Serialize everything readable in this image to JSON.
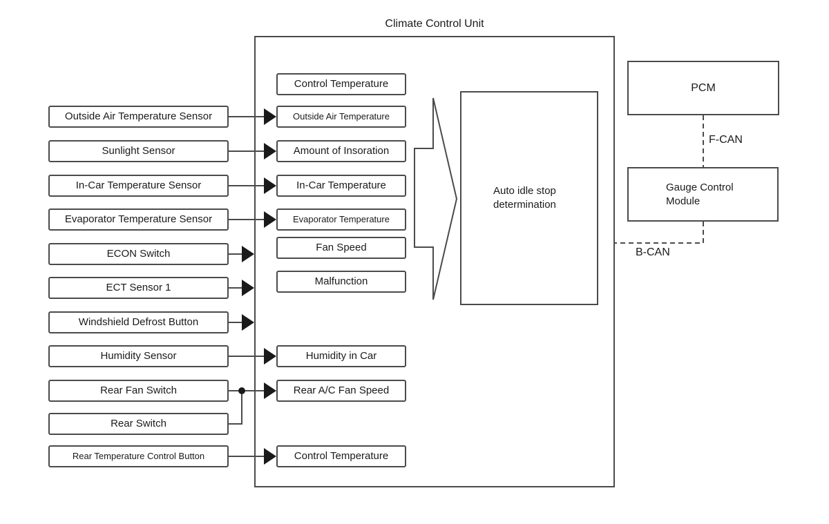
{
  "title": "Climate Control Unit",
  "inputs": [
    {
      "label": "Outside Air Temperature Sensor"
    },
    {
      "label": "Sunlight Sensor"
    },
    {
      "label": "In-Car Temperature Sensor"
    },
    {
      "label": "Evaporator Temperature Sensor"
    },
    {
      "label": "ECON Switch"
    },
    {
      "label": "ECT Sensor 1"
    },
    {
      "label": "Windshield Defrost Button"
    },
    {
      "label": "Humidity Sensor"
    },
    {
      "label": "Rear Fan Switch"
    },
    {
      "label": "Rear Switch"
    },
    {
      "label": "Rear Temperature Control Button"
    }
  ],
  "signals": [
    {
      "label": "Control Temperature"
    },
    {
      "label": "Outside Air Temperature"
    },
    {
      "label": "Amount of Insoration"
    },
    {
      "label": "In-Car Temperature"
    },
    {
      "label": "Evaporator Temperature"
    },
    {
      "label": "Fan Speed"
    },
    {
      "label": "Malfunction"
    },
    {
      "label": "Humidity in Car"
    },
    {
      "label": "Rear A/C Fan Speed"
    },
    {
      "label": "Control Temperature"
    }
  ],
  "determination": {
    "line1": "Auto idle stop",
    "line2": "determination"
  },
  "right_modules": {
    "pcm": "PCM",
    "gauge_line1": "Gauge Control",
    "gauge_line2": "Module"
  },
  "bus_labels": {
    "fcan": "F-CAN",
    "bcan": "B-CAN"
  },
  "colors": {
    "stroke": "#4a4a4a",
    "arrow_fill": "#1a1a1a",
    "text": "#1a1a1a",
    "background": "#ffffff"
  }
}
